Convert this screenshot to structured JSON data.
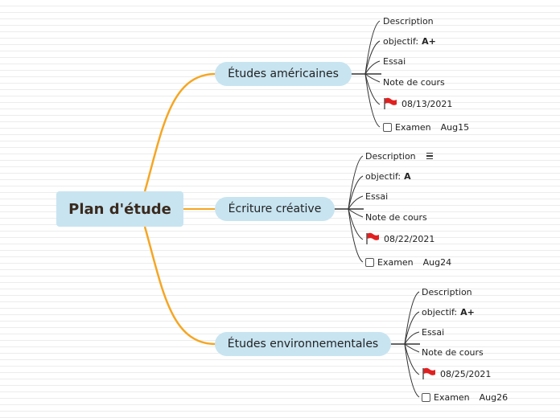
{
  "root": {
    "title": "Plan d'étude"
  },
  "branches": [
    {
      "title": "Études américaines",
      "items": {
        "description": "Description",
        "objective_label": "objectif:",
        "objective_grade": "A+",
        "essay": "Essai",
        "notes": "Note de cours",
        "date": "08/13/2021",
        "exam_label": "Examen",
        "exam_due": "Aug15"
      }
    },
    {
      "title": "Écriture créative",
      "items": {
        "description": "Description",
        "objective_label": "objectif:",
        "objective_grade": "A",
        "essay": "Essai",
        "notes": "Note de cours",
        "date": "08/22/2021",
        "exam_label": "Examen",
        "exam_due": "Aug24"
      }
    },
    {
      "title": "Études environnementales",
      "items": {
        "description": "Description",
        "objective_label": "objectif:",
        "objective_grade": "A+",
        "essay": "Essai",
        "notes": "Note de cours",
        "date": "08/25/2021",
        "exam_label": "Examen",
        "exam_due": "Aug26"
      }
    }
  ],
  "colors": {
    "node_fill": "#c8e4f1",
    "connector": "#f5a623",
    "flag": "#e02020",
    "leaf_line": "#333333"
  },
  "icons": {
    "flag": "red-flag-icon",
    "checkbox": "checkbox-icon",
    "menu": "menu-lines-icon"
  }
}
